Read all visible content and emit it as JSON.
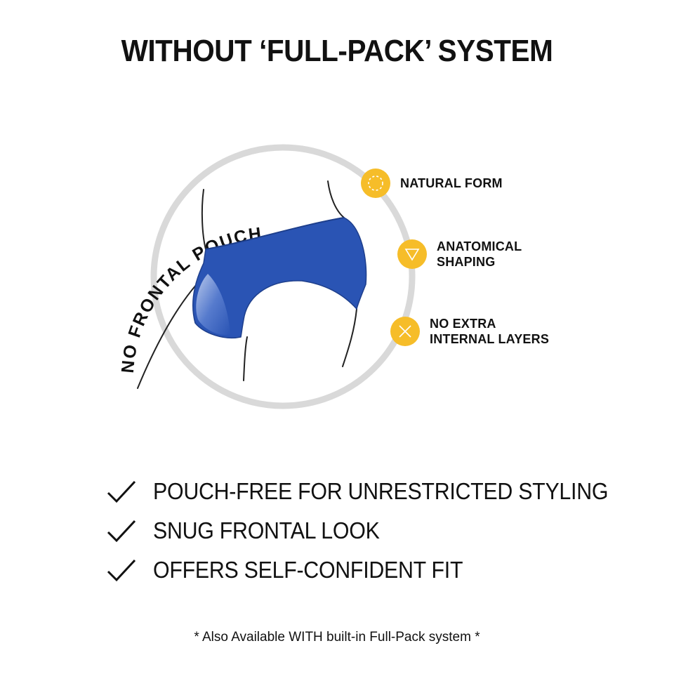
{
  "title": "WITHOUT ‘FULL-PACK’ SYSTEM",
  "arc_label": "NO FRONTAL POUCH",
  "features": [
    {
      "icon": "dashed-circle-icon",
      "label": "NATURAL FORM"
    },
    {
      "icon": "triangle-down-icon",
      "label": "ANATOMICAL\nSHAPING"
    },
    {
      "icon": "cross-x-icon",
      "label": "NO EXTRA\nINTERNAL LAYERS"
    }
  ],
  "benefits": [
    "POUCH-FREE FOR UNRESTRICTED STYLING",
    "SNUG FRONTAL LOOK",
    "OFFERS SELF-CONFIDENT FIT"
  ],
  "footnote": "* Also Available WITH built-in Full-Pack system *",
  "colors": {
    "accent": "#f6bd29",
    "garment": "#2a54b4",
    "ring": "#d9d9d9"
  }
}
